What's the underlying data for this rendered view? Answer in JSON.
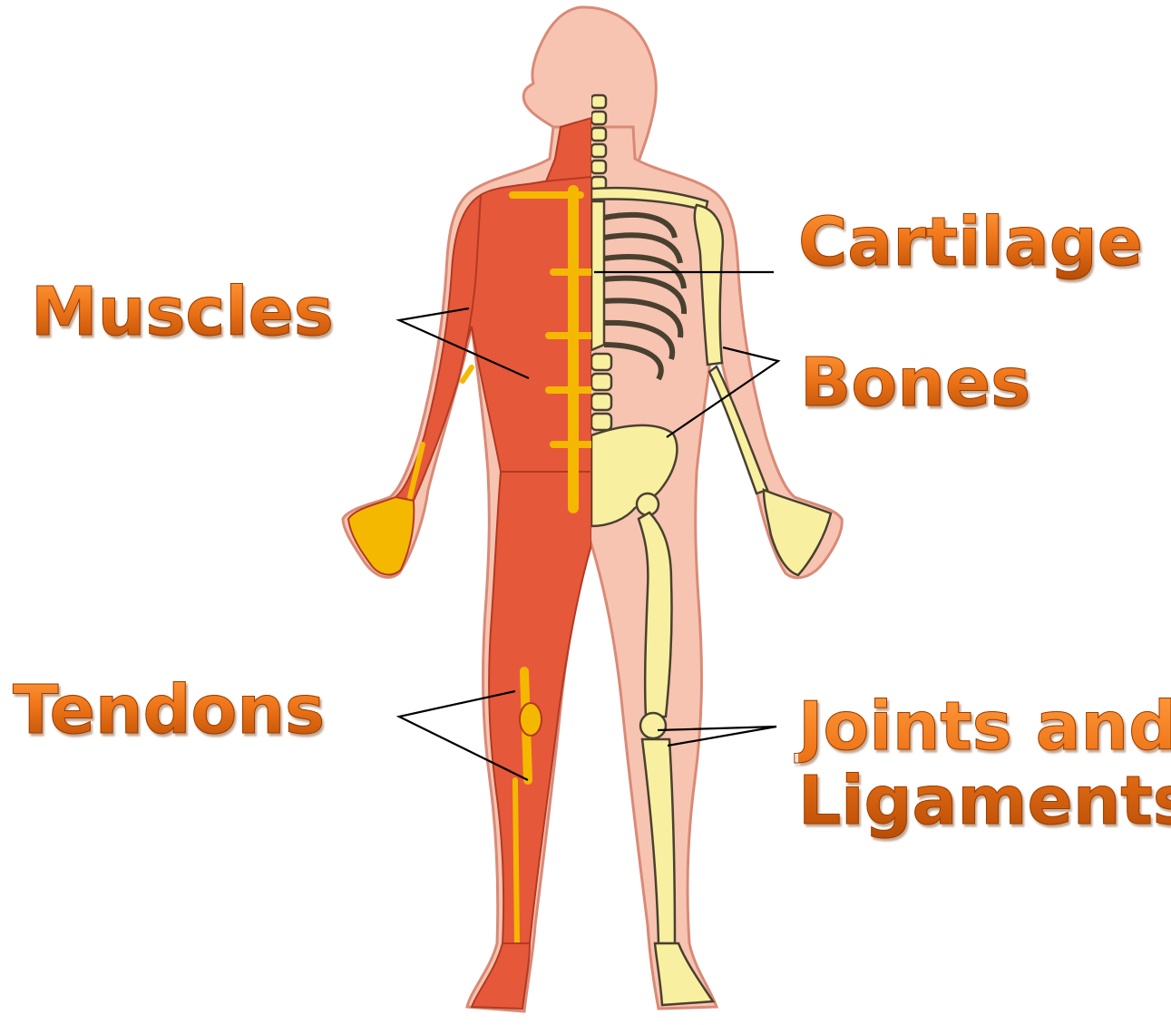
{
  "labels": {
    "muscles": "Muscles",
    "tendons": "Tendons",
    "cartilage": "Cartilage",
    "bones": "Bones",
    "joints_line1": "Joints and",
    "joints_line2": "Ligaments"
  },
  "colors": {
    "skin": "#f7c4b2",
    "skin_outline": "#d98a76",
    "muscle": "#e6583a",
    "muscle_dark": "#b23a22",
    "tendon": "#f5b800",
    "bone": "#f8f0a0",
    "bone_outline": "#4a4030",
    "label": "#ee7418"
  }
}
